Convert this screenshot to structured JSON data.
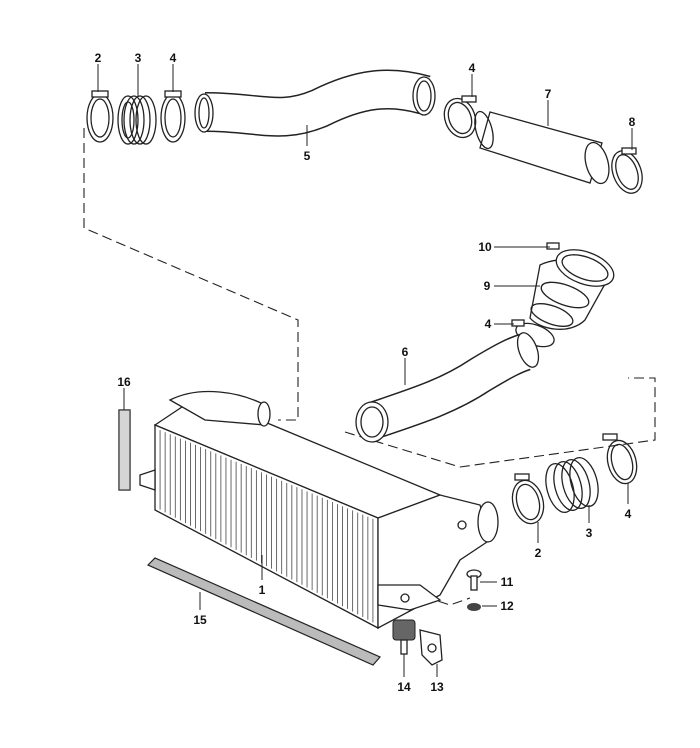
{
  "title": "Intercooler parts diagram",
  "callouts": [
    {
      "label": "2"
    },
    {
      "label": "3"
    },
    {
      "label": "4"
    },
    {
      "label": "5"
    },
    {
      "label": "4"
    },
    {
      "label": "7"
    },
    {
      "label": "8"
    },
    {
      "label": "10"
    },
    {
      "label": "9"
    },
    {
      "label": "4"
    },
    {
      "label": "6"
    },
    {
      "label": "16"
    },
    {
      "label": "1"
    },
    {
      "label": "15"
    },
    {
      "label": "2"
    },
    {
      "label": "3"
    },
    {
      "label": "4"
    },
    {
      "label": "11"
    },
    {
      "label": "12"
    },
    {
      "label": "14"
    },
    {
      "label": "13"
    }
  ]
}
